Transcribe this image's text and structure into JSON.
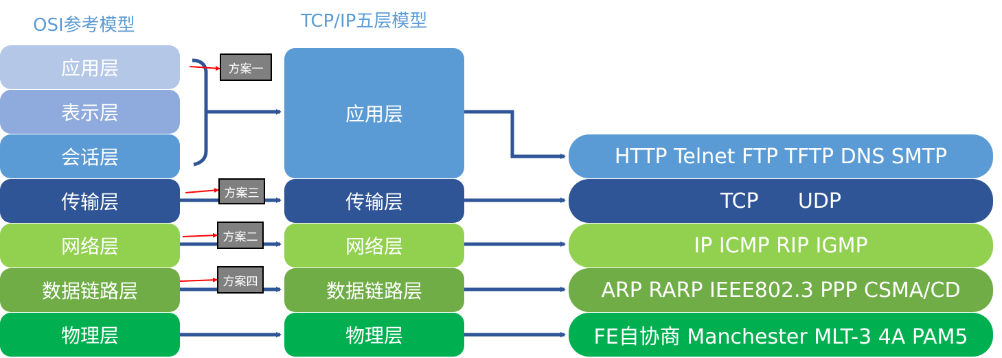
{
  "titles": {
    "osi": "OSI参考模型",
    "tcpip": "TCP/IP五层模型"
  },
  "osi_layers": [
    {
      "label": "应用层",
      "color": "#b4c7e7"
    },
    {
      "label": "表示层",
      "color": "#8faadc"
    },
    {
      "label": "会话层",
      "color": "#5b9bd5"
    },
    {
      "label": "传输层",
      "color": "#2f5597"
    },
    {
      "label": "网络层",
      "color": "#92d050"
    },
    {
      "label": "数据链路层",
      "color": "#70ad47"
    },
    {
      "label": "物理层",
      "color": "#00b050"
    }
  ],
  "tcpip_layers": [
    {
      "label": "应用层",
      "color": "#5b9bd5"
    },
    {
      "label": "传输层",
      "color": "#2f5597"
    },
    {
      "label": "网络层",
      "color": "#92d050"
    },
    {
      "label": "数据链路层",
      "color": "#70ad47"
    },
    {
      "label": "物理层",
      "color": "#00b050"
    }
  ],
  "protocols": [
    {
      "label": "HTTP Telnet FTP TFTP DNS SMTP",
      "color": "#5b9bd5"
    },
    {
      "label": "TCP      UDP",
      "color": "#2f5597"
    },
    {
      "label": "IP ICMP RIP IGMP",
      "color": "#92d050"
    },
    {
      "label": "ARP RARP IEEE802.3 PPP CSMA/CD",
      "color": "#70ad47"
    },
    {
      "label": "FE自协商 Manchester MLT-3 4A PAM5",
      "color": "#00b050"
    }
  ],
  "plans": [
    {
      "label": "方案一"
    },
    {
      "label": "方案三"
    },
    {
      "label": "方案二"
    },
    {
      "label": "方案四"
    }
  ],
  "colors": {
    "connector": "#2f5597",
    "pointer": "#ff0000",
    "title": "#5b9bd5"
  }
}
